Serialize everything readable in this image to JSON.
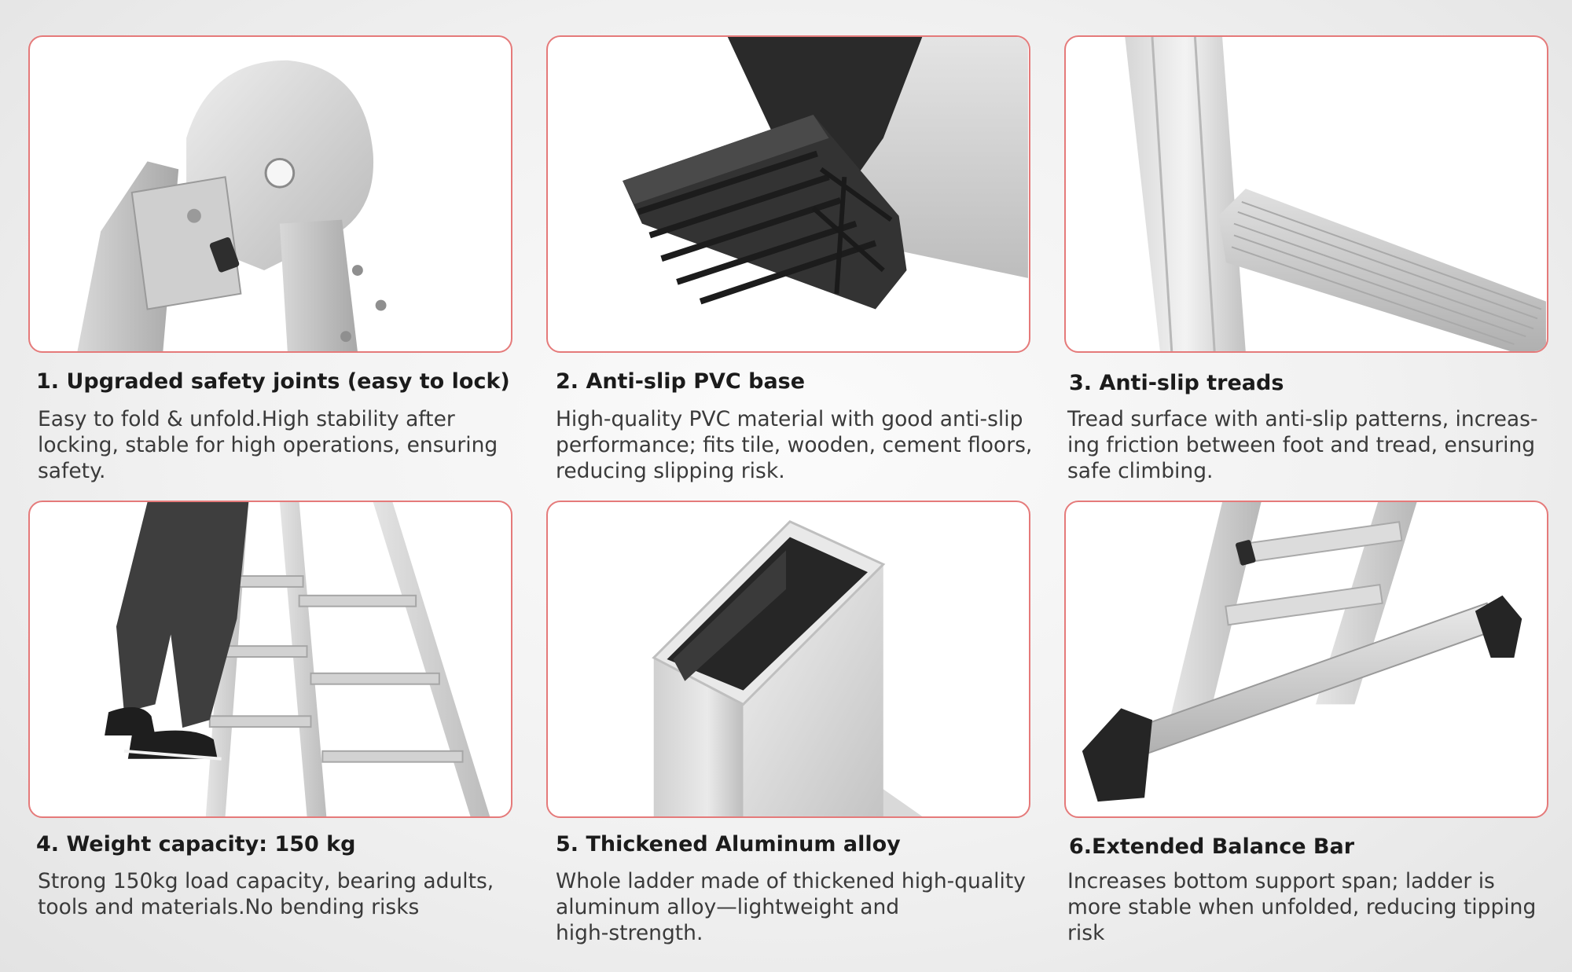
{
  "features": [
    {
      "title": "1. Upgraded safety joints (easy to lock)",
      "description": "Easy to fold & unfold.High stability after\nlocking, stable for high operations, ensuring\nsafety."
    },
    {
      "title": "2. Anti-slip PVC base",
      "description": "High-quality PVC material with good anti-slip\nperformance; fits tile, wooden, cement floors,\nreducing slipping risk."
    },
    {
      "title": "3. Anti-slip treads",
      "description": "Tread surface with anti-slip patterns, increas-\ning friction between foot and tread, ensuring\nsafe climbing."
    },
    {
      "title": "4. Weight capacity: 150 kg",
      "description": "Strong 150kg load capacity, bearing adults,\ntools and materials.No bending risks"
    },
    {
      "title": "5. Thickened Aluminum alloy",
      "description": "Whole ladder made of thickened high-quality\naluminum alloy—lightweight and\nhigh-strength."
    },
    {
      "title": "6.Extended Balance Bar",
      "description": "Increases bottom support span; ladder is\nmore stable when unfolded, reducing tipping\nrisk"
    }
  ]
}
